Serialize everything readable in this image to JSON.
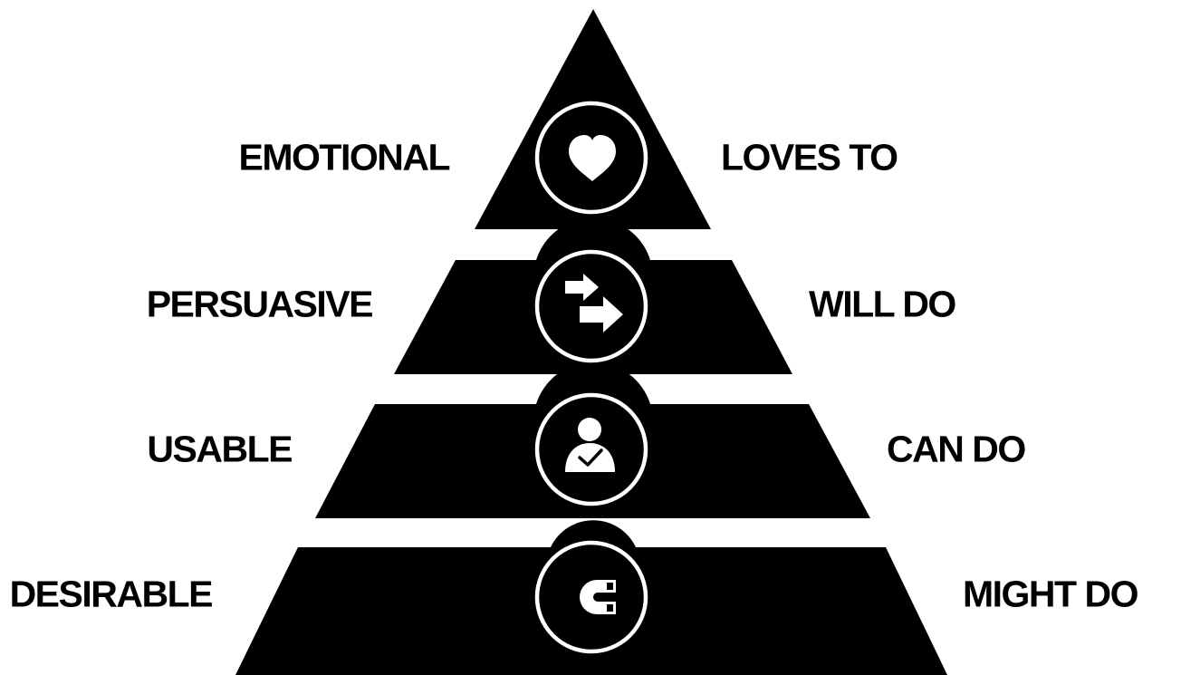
{
  "levels": [
    {
      "left_label": "EMOTIONAL",
      "right_label": "LOVES TO",
      "icon": "heart-icon"
    },
    {
      "left_label": "PERSUASIVE",
      "right_label": "WILL DO",
      "icon": "arrows-icon"
    },
    {
      "left_label": "USABLE",
      "right_label": "CAN DO",
      "icon": "user-check-icon"
    },
    {
      "left_label": "DESIRABLE",
      "right_label": "MIGHT DO",
      "icon": "magnet-icon"
    }
  ],
  "colors": {
    "pyramid": "#000000",
    "icon_fill": "#ffffff",
    "background": "#ffffff"
  }
}
